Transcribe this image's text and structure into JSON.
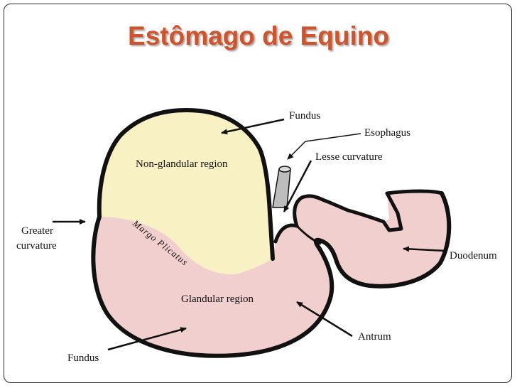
{
  "title": "Estômago de Equino",
  "labels": {
    "fundus_top": "Fundus",
    "esophagus": "Esophagus",
    "lesser_curvature": "Lesse curvature",
    "non_glandular": "Non-glandular region",
    "margo_plicatus": "Margo Plicatus",
    "greater_curvature_line1": "Greater",
    "greater_curvature_line2": "curvature",
    "duodenum": "Duodenum",
    "glandular": "Glandular region",
    "antrum": "Antrum",
    "fundus_bottom": "Fundus"
  },
  "colors": {
    "title": "#d2522a",
    "non_glandular_fill": "#f8f1c4",
    "glandular_fill": "#f2cfcf",
    "outline": "#111111",
    "esophagus_fill": "#bdbdbd"
  }
}
